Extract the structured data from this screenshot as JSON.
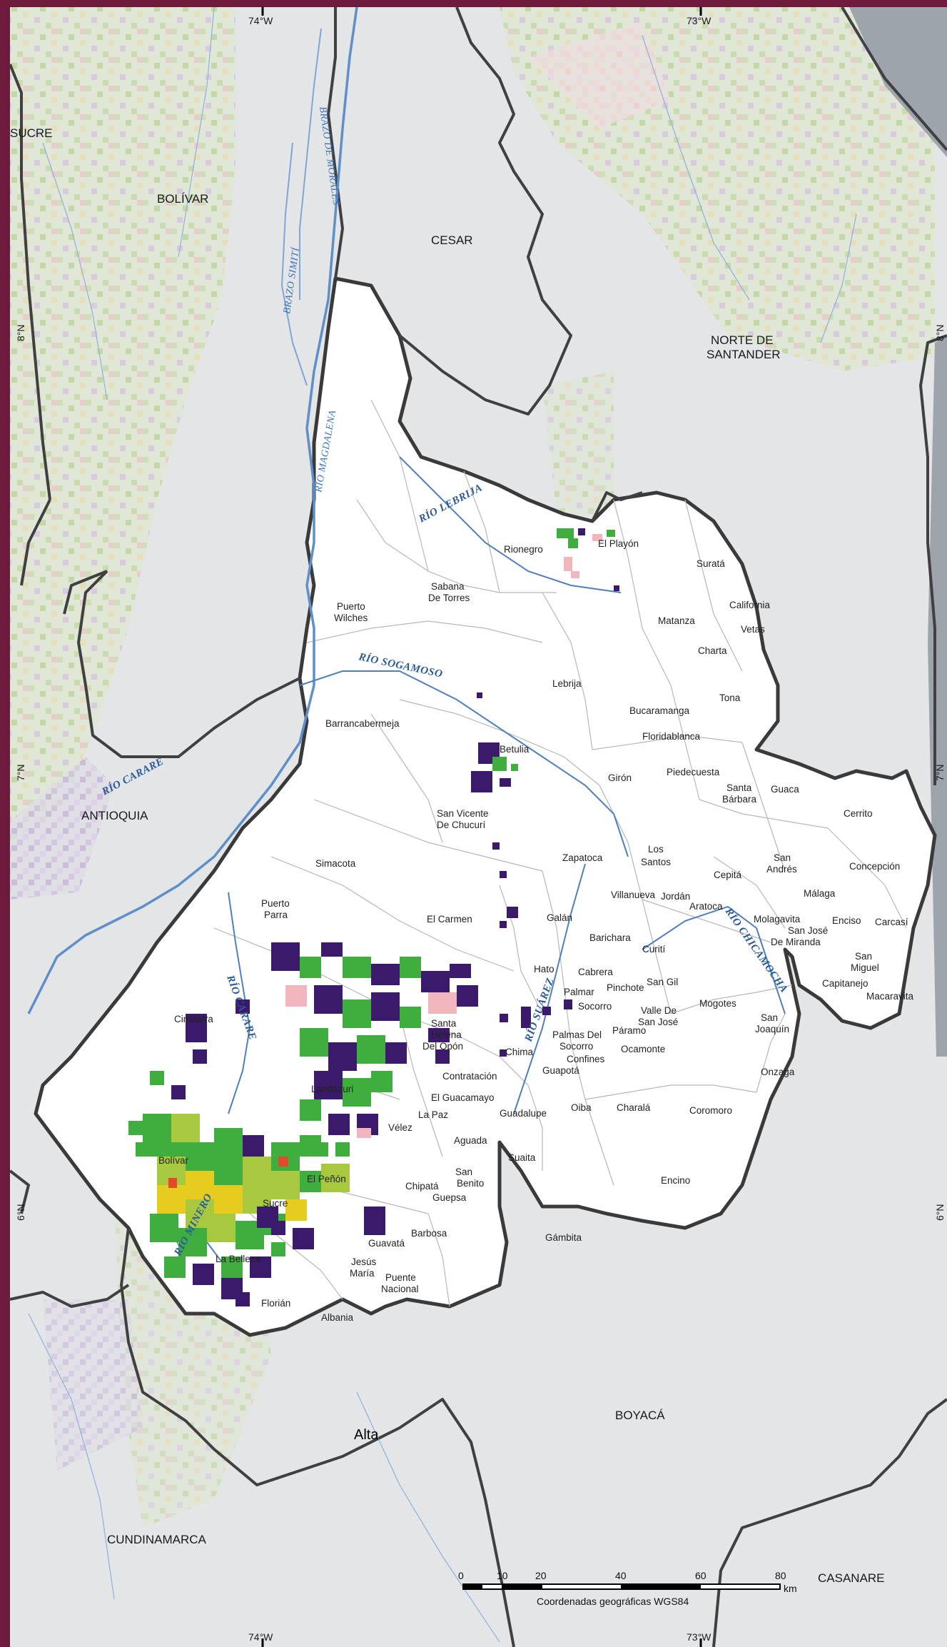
{
  "coordinates": {
    "top": [
      "74°W",
      "73°W"
    ],
    "bottom": [
      "74°W",
      "73°W"
    ],
    "left": [
      "8°N",
      "7°N",
      "6°N"
    ],
    "right": [
      "8°N",
      "7°N",
      "6°N"
    ]
  },
  "departments": [
    "SUCRE",
    "BOLÍVAR",
    "CESAR",
    "NORTE DE",
    "SANTANDER",
    "ANTIOQUIA",
    "BOYACÁ",
    "CUNDINAMARCA",
    "CASANARE"
  ],
  "rivers": [
    "BRAZO DE MORALES",
    "BRAZO SIMITÍ",
    "RÍO MAGDALENA",
    "RÍO LEBRIJA",
    "RÍO SOGAMOSO",
    "RÍO CARARE",
    "RÍO CARARE",
    "RÍO SUÁREZ",
    "RÍO CHICAMOCHA",
    "RÍO MINERO"
  ],
  "municipalities": [
    "Rionegro",
    "El Playón",
    "Suratá",
    "Sabana",
    "De Torres",
    "Puerto",
    "Wilches",
    "California",
    "Matanza",
    "Vetas",
    "Charta",
    "Lebrija",
    "Tona",
    "Barrancabermeja",
    "Bucaramanga",
    "Floridablanca",
    "Betulia",
    "Girón",
    "Piedecuesta",
    "Santa",
    "Bárbara",
    "Guaca",
    "Cerrito",
    "San Vicente",
    "De Chucurí",
    "Simacota",
    "Zapatoca",
    "Los",
    "Santos",
    "Cepitá",
    "San",
    "Andrés",
    "Concepción",
    "Puerto",
    "Parra",
    "Villanueva",
    "Jordán",
    "Aratoca",
    "Málaga",
    "Molagavita",
    "San José",
    "De Miranda",
    "Enciso",
    "Carcasí",
    "El Carmen",
    "Galán",
    "Barichara",
    "Curití",
    "San",
    "Miguel",
    "Capitanejo",
    "Macaravita",
    "Hato",
    "Cabrera",
    "Pinchote",
    "San Gil",
    "Palmar",
    "Socorro",
    "Mogotes",
    "San",
    "Joaquín",
    "Valle De",
    "San José",
    "Cimitarra",
    "Santa",
    "Helena",
    "Del Opón",
    "Chima",
    "Palmas Del",
    "Socorro",
    "Páramo",
    "Guapotá",
    "Ocamonte",
    "Confines",
    "Onzaga",
    "Contratación",
    "Landázuri",
    "El Guacamayo",
    "Guadalupe",
    "Oiba",
    "Charalá",
    "Coromoro",
    "La Paz",
    "Vélez",
    "Aguada",
    "Bolívar",
    "Suaita",
    "San",
    "Benito",
    "El Peñón",
    "Chipatá",
    "Guepsa",
    "Encino",
    "Sucre",
    "Barbosa",
    "Gámbita",
    "Guavatá",
    "La Belleza",
    "Jesús",
    "María",
    "Puente",
    "Nacional",
    "Florián",
    "Albania"
  ],
  "other_labels": [
    "Alta"
  ],
  "scale_bar": {
    "ticks": [
      "0",
      "10",
      "20",
      "40",
      "60",
      "80"
    ],
    "unit": "km",
    "note": "Coordenadas geográficas WGS84"
  }
}
